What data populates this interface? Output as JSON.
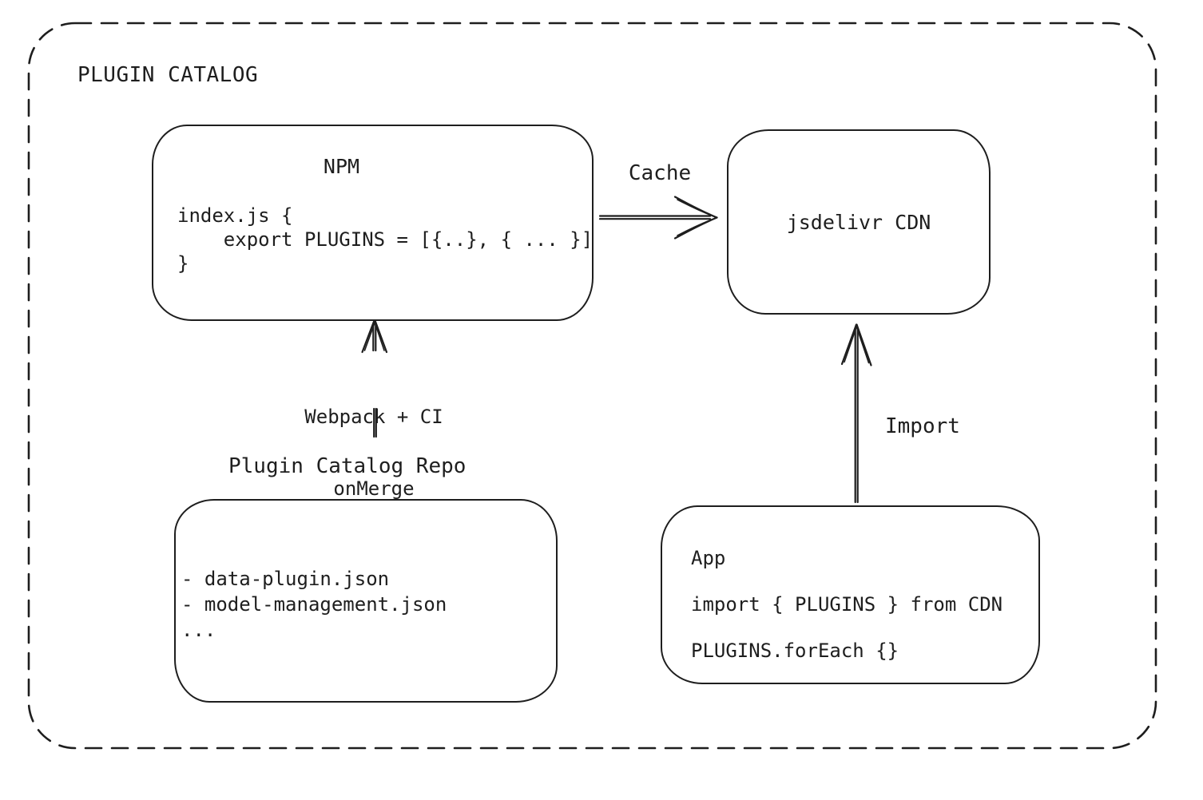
{
  "diagram": {
    "title": "PLUGIN CATALOG",
    "colors": {
      "stroke": "#1e1e1e",
      "background": "#ffffff"
    },
    "nodes": {
      "npm": {
        "title": "NPM",
        "code_lines": [
          "index.js {",
          "    export PLUGINS = [{..}, { ... }]",
          "}"
        ]
      },
      "cdn": {
        "title": "jsdelivr CDN"
      },
      "repo": {
        "title": "Plugin Catalog Repo",
        "items": [
          "- data-plugin.json",
          "- model-management.json",
          "..."
        ]
      },
      "app": {
        "title": "App",
        "code_lines": [
          "import { PLUGINS } from CDN",
          "PLUGINS.forEach {}"
        ]
      }
    },
    "edges": {
      "cache": {
        "label": "Cache"
      },
      "webpack_ci": {
        "label_lines": [
          "Webpack + CI",
          "onMerge"
        ]
      },
      "import": {
        "label": "Import"
      }
    }
  }
}
